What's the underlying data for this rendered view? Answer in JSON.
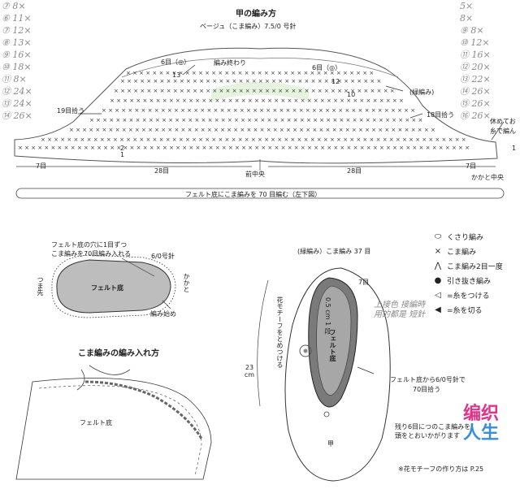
{
  "top": {
    "title": "甲の編み方",
    "subtitle": "ベージュ（こま編み）7.5/0 号針",
    "label_6_left": "6目（◎）",
    "label_end": "編み終わり",
    "label_6_right": "6目（◎）",
    "label_green": "(緑編み)",
    "label_19": "19目拾う",
    "label_18": "18目拾う",
    "label_rest": "休めてお",
    "label_rest2": "糸で編ん",
    "label_7l": "7目",
    "label_28l": "28目",
    "label_center": "前中央",
    "label_28r": "28目",
    "label_7r": "7目",
    "label_heel": "かかと中央",
    "row_13": "13",
    "row_12": "12",
    "row_10": "10",
    "row_2": "2",
    "row_1": "1",
    "row_1r": "1",
    "bar": "フェルト底にこま編みを 70 目編む（左下図）"
  },
  "left": {
    "note1": "フェルト底の穴に1目ずつ",
    "note2": "こま編みを70目編み入れる",
    "hook": "6/0号針",
    "sole": "フェルト底",
    "toe": "つま先",
    "heel": "かかと",
    "start": "編み始め",
    "method_title": "こま編みの編み入れ方",
    "sole2": "フェルト底"
  },
  "legend": [
    {
      "glyph": "⬭",
      "label": "くさり編み"
    },
    {
      "glyph": "×",
      "label": "こま編み"
    },
    {
      "glyph": "⋀",
      "label": "こま編み2目一度"
    },
    {
      "glyph": "●",
      "label": "引き抜き編み"
    },
    {
      "glyph": "◁",
      "label": "=糸をつける"
    },
    {
      "glyph": "◀",
      "label": "=糸を切る"
    }
  ],
  "right": {
    "green": "(緑編み）こま編み 37 目",
    "seven": "7目",
    "dim": "0.5 cm 1 段",
    "sole": "フェルト底",
    "flower": "花モチーフをとめつける",
    "length": "23 cm",
    "pick1": "フェルト底から6/0号針で",
    "pick2": "70目拾う",
    "note1": "残り6目につのこま編みを",
    "note2": "頭をとおいかがります",
    "instep": "甲",
    "footer": "※花モチーフの作り方は P.25"
  },
  "handwriting": {
    "left": [
      "⑦ 8×",
      "⑥ 11×",
      "⑦ 12×",
      "⑧ 13×",
      "⑨ 16×",
      "⑩ 18×",
      "⑪ 8×",
      "⑫ 24×",
      "⑬ 24×",
      "⑭ 26×"
    ],
    "right": [
      "5×",
      "8×",
      "⑨ 8×",
      "⑩ 12×",
      "⑪ 16×",
      "⑫ 20×",
      "⑬ 22×",
      "⑭ 26×",
      "⑮ 26×",
      "⑯ 26×"
    ],
    "mid": "上接色 接編時 用的都是 短針"
  },
  "logo": {
    "line1": "编织",
    "line2": "人生"
  }
}
